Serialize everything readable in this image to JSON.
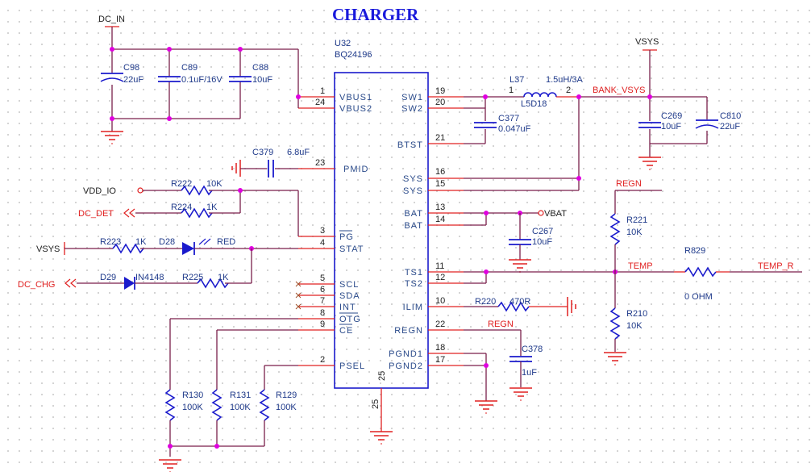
{
  "title": "CHARGER",
  "ic": {
    "ref": "U32",
    "part": "BQ24196",
    "left_pins": [
      {
        "num": "1",
        "name": "VBUS1"
      },
      {
        "num": "24",
        "name": "VBUS2"
      },
      {
        "num": "23",
        "name": "PMID"
      },
      {
        "num": "3",
        "name": "PG"
      },
      {
        "num": "4",
        "name": "STAT"
      },
      {
        "num": "5",
        "name": "SCL"
      },
      {
        "num": "6",
        "name": "SDA"
      },
      {
        "num": "7",
        "name": "INT"
      },
      {
        "num": "8",
        "name": "OTG"
      },
      {
        "num": "9",
        "name": "CE"
      },
      {
        "num": "2",
        "name": "PSEL"
      }
    ],
    "right_pins": [
      {
        "num": "19",
        "name": "SW1"
      },
      {
        "num": "20",
        "name": "SW2"
      },
      {
        "num": "21",
        "name": "BTST"
      },
      {
        "num": "16",
        "name": "SYS"
      },
      {
        "num": "15",
        "name": "SYS"
      },
      {
        "num": "13",
        "name": "BAT"
      },
      {
        "num": "14",
        "name": "BAT"
      },
      {
        "num": "11",
        "name": "TS1"
      },
      {
        "num": "12",
        "name": "TS2"
      },
      {
        "num": "10",
        "name": "ILIM"
      },
      {
        "num": "22",
        "name": "REGN"
      },
      {
        "num": "18",
        "name": "PGND1"
      },
      {
        "num": "17",
        "name": "PGND2"
      }
    ],
    "bottom_pin": {
      "num": "25",
      "name": "25"
    }
  },
  "nets": {
    "dc_in": "DC_IN",
    "vsys_top": "VSYS",
    "bank_vsys": "BANK_VSYS",
    "vdd_io": "VDD_IO",
    "dc_det": "DC_DET",
    "vsys_left": "VSYS",
    "dc_chg": "DC_CHG",
    "vbat": "VBAT",
    "regn_right": "REGN",
    "regn_cap": "REGN",
    "temp": "TEMP",
    "temp_r": "TEMP_R"
  },
  "components": {
    "C98": {
      "ref": "C98",
      "value": "22uF"
    },
    "C89": {
      "ref": "C89",
      "value": "0.1uF/16V"
    },
    "C88": {
      "ref": "C88",
      "value": "10uF"
    },
    "C379": {
      "ref": "C379",
      "value": "6.8uF"
    },
    "R222": {
      "ref": "R222",
      "value": "10K"
    },
    "R224": {
      "ref": "R224",
      "value": "1K"
    },
    "R223": {
      "ref": "R223",
      "value": "1K"
    },
    "D28": {
      "ref": "D28",
      "value": "RED"
    },
    "D29": {
      "ref": "D29",
      "value": "IN4148"
    },
    "R225": {
      "ref": "R225",
      "value": "1K"
    },
    "R130": {
      "ref": "R130",
      "value": "100K"
    },
    "R131": {
      "ref": "R131",
      "value": "100K"
    },
    "R129": {
      "ref": "R129",
      "value": "100K"
    },
    "L37": {
      "ref": "L37",
      "value": "1.5uH/3A",
      "package": "L5D18",
      "pin1": "1",
      "pin2": "2"
    },
    "C377": {
      "ref": "C377",
      "value": "0.047uF"
    },
    "C269": {
      "ref": "C269",
      "value": "10uF"
    },
    "C810": {
      "ref": "C810",
      "value": "22uF"
    },
    "C267": {
      "ref": "C267",
      "value": "10uF"
    },
    "R220": {
      "ref": "R220",
      "value": "470R"
    },
    "C378": {
      "ref": "C378",
      "value": "1uF"
    },
    "R221": {
      "ref": "R221",
      "value": "10K"
    },
    "R210": {
      "ref": "R210",
      "value": "10K"
    },
    "R829": {
      "ref": "R829",
      "value": "0 OHM"
    }
  }
}
